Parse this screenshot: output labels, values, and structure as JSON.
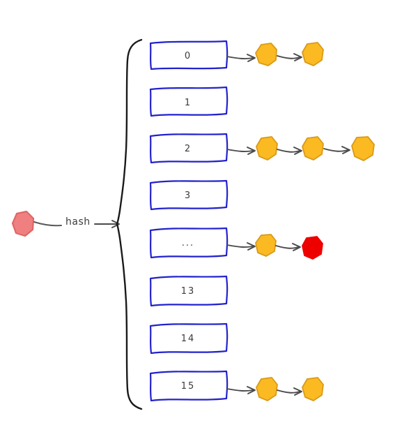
{
  "diagram": {
    "title": "hash-table-with-separate-chaining",
    "hash_label": "hash",
    "key_node": {
      "name": "key-blob",
      "color": "#F08080",
      "outline": "#E06666"
    },
    "brace": {
      "name": "hash-bucket-brace",
      "color": "#1a1a1a"
    },
    "colors": {
      "bucket_border": "#2222CC",
      "bucket_fill": "#FFFFFF",
      "entry_fill": "#FBBA21",
      "entry_outline": "#D99A18",
      "collision_fill": "#EE0000",
      "arrow": "#4A4A4A",
      "text": "#3a3a3a"
    },
    "buckets": [
      {
        "label": "0",
        "chain": [
          "entry",
          "entry"
        ]
      },
      {
        "label": "1",
        "chain": []
      },
      {
        "label": "2",
        "chain": [
          "entry",
          "entry",
          "entry"
        ]
      },
      {
        "label": "3",
        "chain": []
      },
      {
        "label": "...",
        "chain": [
          "entry",
          "collision"
        ]
      },
      {
        "label": "13",
        "chain": []
      },
      {
        "label": "14",
        "chain": []
      },
      {
        "label": "15",
        "chain": [
          "entry",
          "entry"
        ]
      }
    ]
  }
}
